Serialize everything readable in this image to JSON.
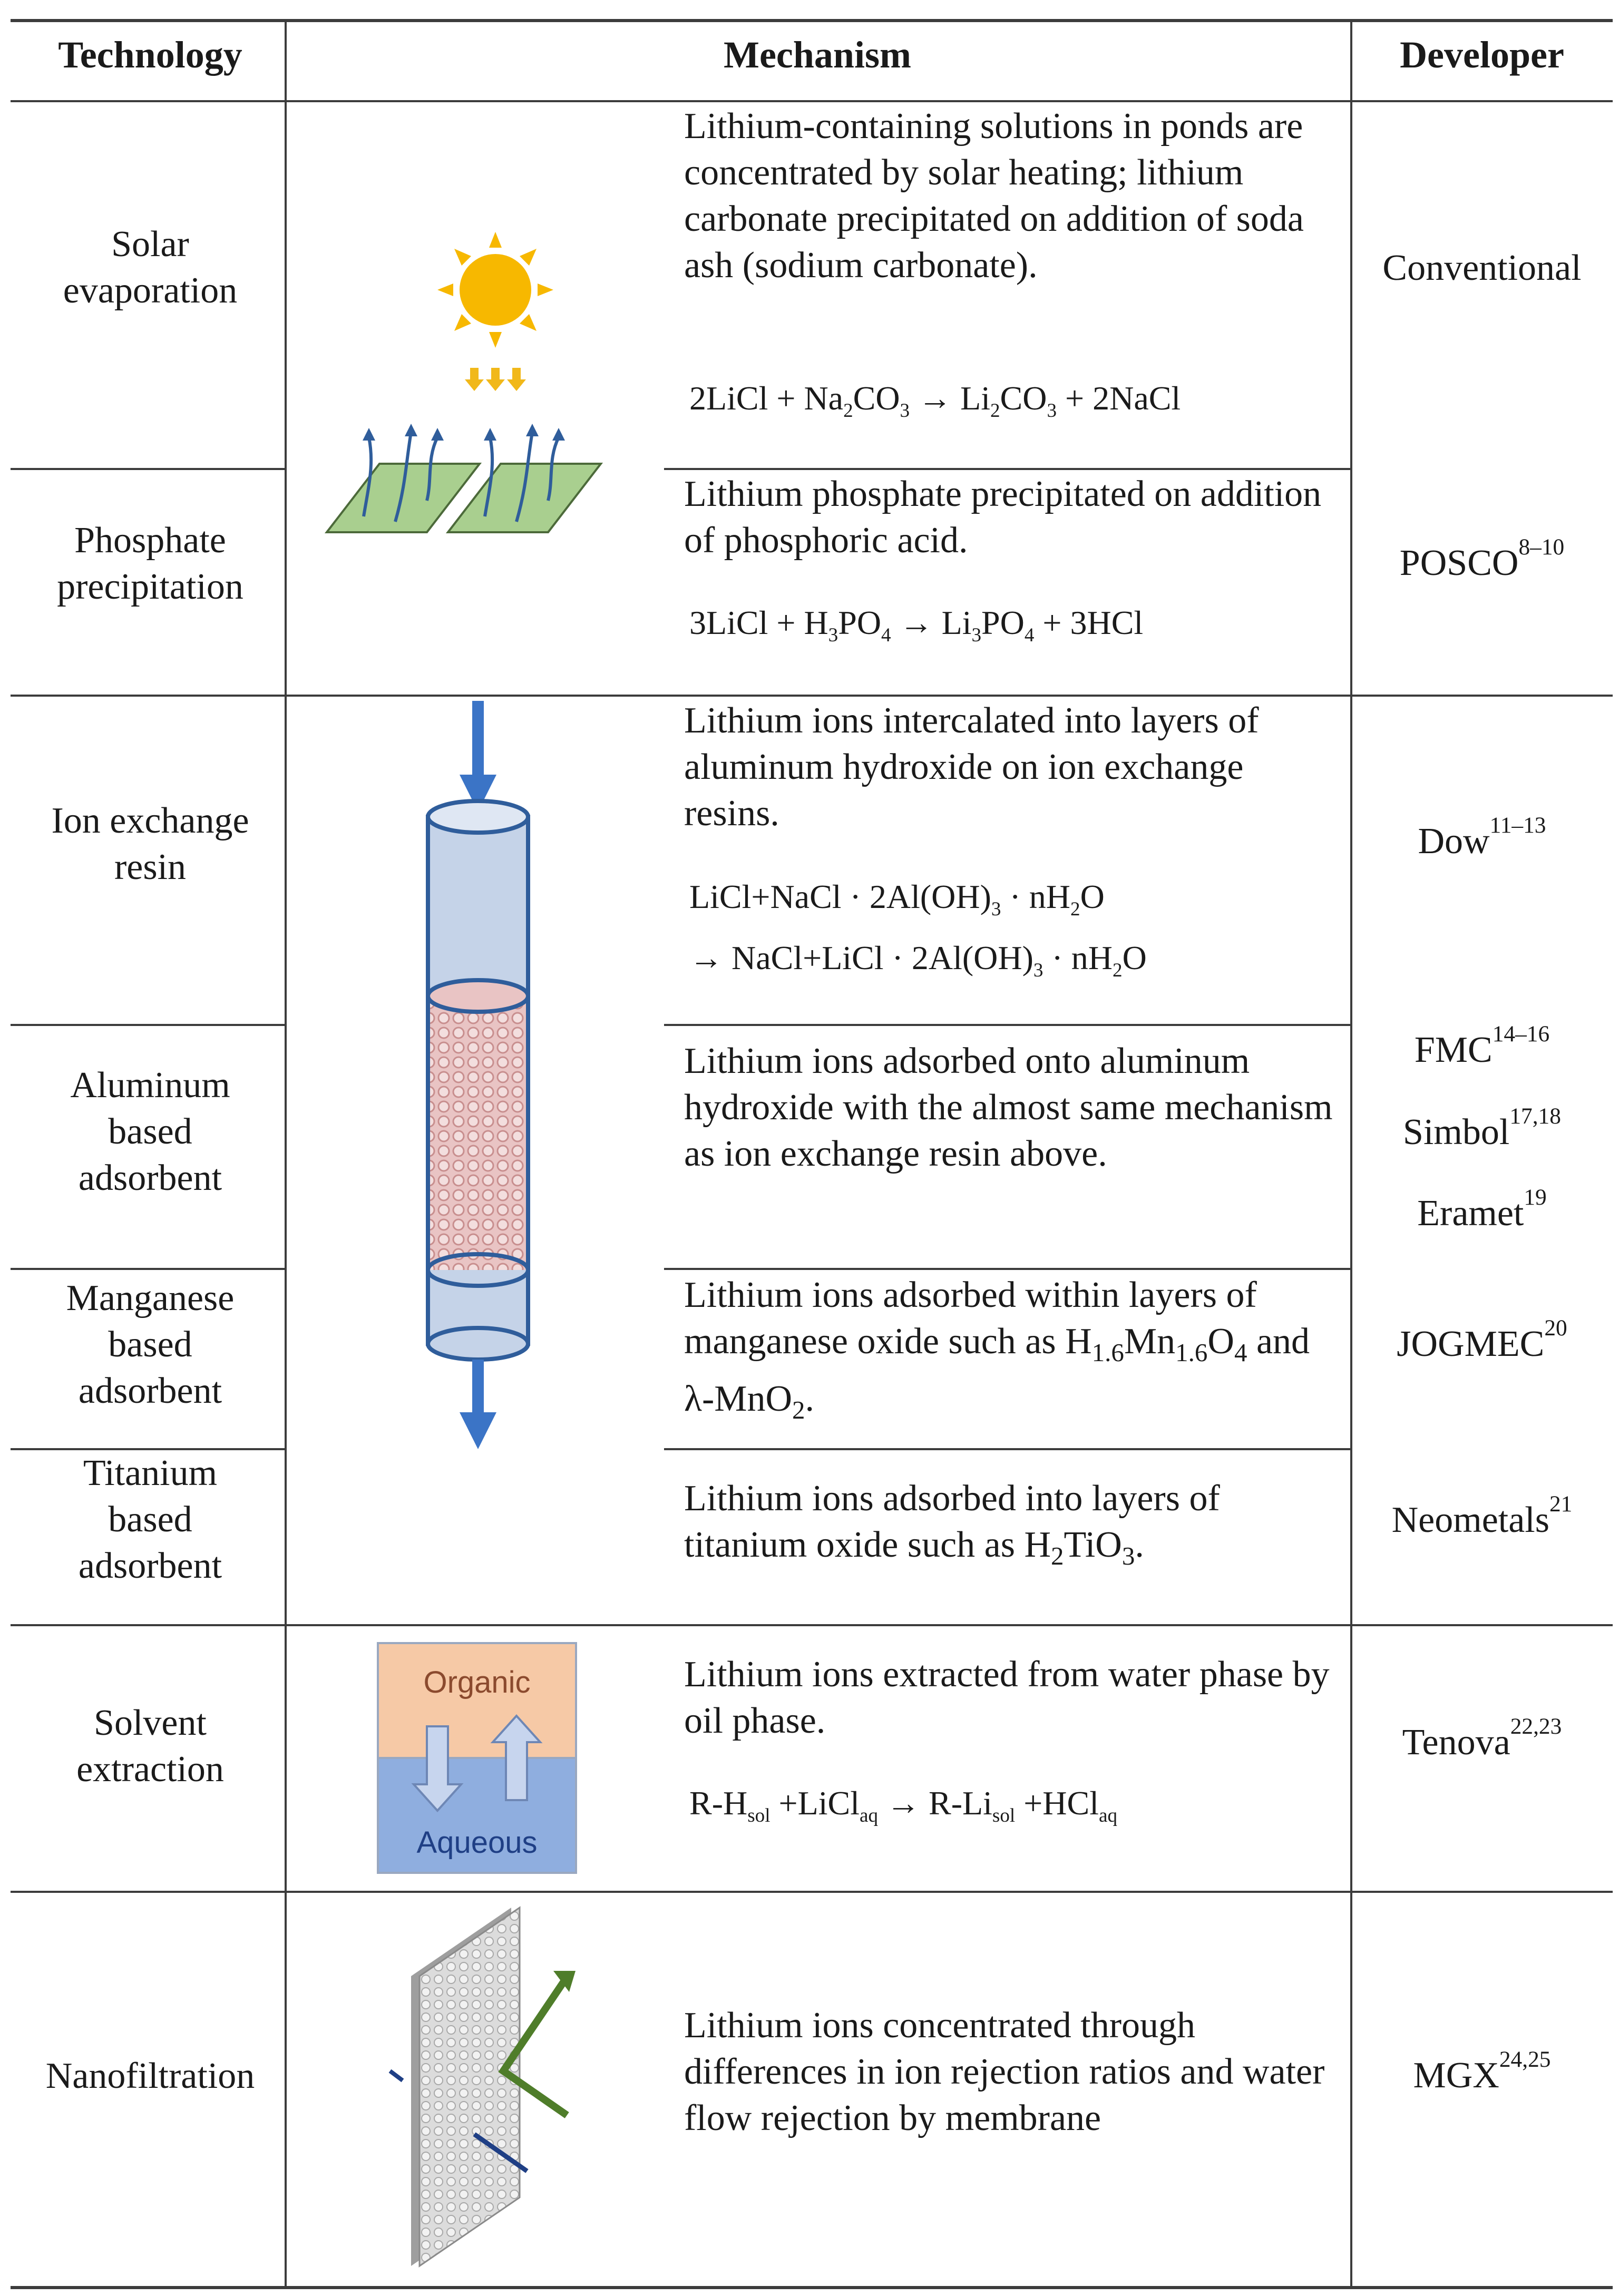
{
  "header": {
    "technology": "Technology",
    "mechanism": "Mechanism",
    "developer": "Developer"
  },
  "rows": {
    "solar": {
      "tech": [
        "Solar",
        "evaporation"
      ],
      "mech": "Lithium-containing solutions in ponds are concentrated by solar heating; lithium carbonate precipitated on addition of soda ash (sodium carbonate).",
      "eq": {
        "a": "2LiCl + Na",
        "a2": "2",
        "b": "CO",
        "b3": "3",
        "arrow": " → Li",
        "c2": "2",
        "d": "CO",
        "d3": "3",
        "e": " + 2NaCl"
      },
      "dev": "Conventional"
    },
    "phosphate": {
      "tech": [
        "Phosphate",
        "precipitation"
      ],
      "mech": "Lithium phosphate precipitated on addition of phosphoric acid.",
      "eq": {
        "a": "3LiCl + H",
        "a3": "3",
        "b": "PO",
        "b4": "4",
        "arrow": " → Li",
        "c3": "3",
        "d": "PO",
        "d4": "4",
        "e": " + 3HCl"
      },
      "dev": "POSCO",
      "ref": "8–10"
    },
    "ion": {
      "tech": [
        "Ion exchange",
        "resin"
      ],
      "mech": "Lithium ions intercalated into layers of aluminum hydroxide on ion exchange resins.",
      "eq1": {
        "a": "LiCl+NaCl · 2Al(OH)",
        "s3": "3",
        "b": " · nH",
        "s2": "2",
        "c": "O"
      },
      "eq2": {
        "a": "→ NaCl+LiCl · 2Al(OH)",
        "s3": "3",
        "b": " · nH",
        "s2": "2",
        "c": "O"
      },
      "dev": "Dow",
      "ref": "11–13"
    },
    "aluminum": {
      "tech": [
        "Aluminum",
        "based",
        "adsorbent"
      ],
      "mech": "Lithium ions adsorbed onto aluminum hydroxide with the almost same mechanism as ion exchange resin above.",
      "devs": [
        {
          "name": "FMC",
          "ref": "14–16"
        },
        {
          "name": "Simbol",
          "ref": "17,18"
        },
        {
          "name": "Eramet",
          "ref": "19"
        }
      ]
    },
    "manganese": {
      "tech": [
        "Manganese",
        "based",
        "adsorbent"
      ],
      "mech_a": "Lithium ions adsorbed within layers of manganese oxide such as H",
      "s1": "1.6",
      "mech_b": "Mn",
      "s2": "1.6",
      "mech_c": "O",
      "s3": "4",
      "mech_d": " and λ-MnO",
      "s4": "2",
      "mech_e": ".",
      "dev": "JOGMEC",
      "ref": "20"
    },
    "titanium": {
      "tech": [
        "Titanium",
        "based",
        "adsorbent"
      ],
      "mech_a": "Lithium ions adsorbed into layers of titanium oxide such as H",
      "s1": "2",
      "mech_b": "TiO",
      "s2": "3",
      "mech_c": ".",
      "dev": "Neometals",
      "ref": "21"
    },
    "solvent": {
      "tech": [
        "Solvent",
        "extraction"
      ],
      "mech": "Lithium ions extracted from water phase by oil phase.",
      "eq": {
        "a": "R-H",
        "s1": "sol",
        "b": " +LiCl",
        "s2": "aq",
        "c": " → R-Li",
        "s3": "sol",
        "d": " +HCl",
        "s4": "aq"
      },
      "organic": "Organic",
      "aqueous": "Aqueous",
      "dev": "Tenova",
      "ref": "22,23"
    },
    "nano": {
      "tech": [
        "Nanofiltration"
      ],
      "mech": "Lithium ions concentrated through differences in ion rejection ratios and water flow rejection by membrane",
      "dev": "MGX",
      "ref": "24,25"
    }
  },
  "colors": {
    "sun": "#f7b800",
    "arrow_sun": "#f1b81a",
    "pond": "#a9cf8f",
    "flow": "#2f5d9b",
    "column": "#2f5d9b",
    "column_fill": "#c5d3e8",
    "resin": "#e6b9b9",
    "organic": "#f6c9a6",
    "aqueous": "#8faedf",
    "membrane": "#d9d9d9",
    "membrane_arrow": "#4f7d2a"
  },
  "icons": [
    "sun-icon",
    "pond-icon",
    "ion-exchange-column-icon",
    "solvent-extraction-icon",
    "nanofiltration-membrane-icon"
  ]
}
